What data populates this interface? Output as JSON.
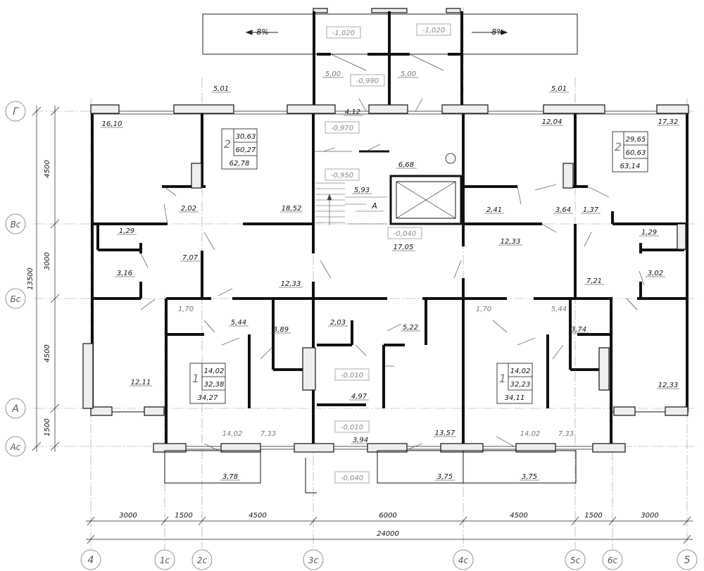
{
  "axes_horizontal": {
    "g": "Г",
    "vs": "Вс",
    "bs": "Бс",
    "a": "А",
    "as": "Ас"
  },
  "axes_vertical": {
    "a4": "4",
    "a1c": "1с",
    "a2c": "2с",
    "a3c": "3с",
    "a4c": "4с",
    "a5c": "5с",
    "a6c": "6с",
    "a5": "5"
  },
  "dims_left": {
    "d1": "4500",
    "d2": "3000",
    "d3": "4500",
    "d4": "1500",
    "total": "13500"
  },
  "dims_bottom": {
    "d1": "3000",
    "d2": "1500",
    "d3": "4500",
    "d4": "6000",
    "d5": "4500",
    "d6": "1500",
    "d7": "3000",
    "total": "24000"
  },
  "slope": {
    "left": "8%",
    "right": "8%"
  },
  "levels": {
    "l1020a": "-1,020",
    "l1020b": "-1,020",
    "l990": "-0,990",
    "l970": "-0,970",
    "l950": "-0,950",
    "l040a": "-0,040",
    "l010a": "-0,010",
    "l010b": "-0,010",
    "l040b": "-0,040"
  },
  "apartments": {
    "left2": {
      "type": "2",
      "living": "30,63",
      "total": "60,27",
      "gross": "62,78"
    },
    "right2": {
      "type": "2",
      "living": "29,65",
      "total": "60,63",
      "gross": "63,14"
    },
    "left1": {
      "type": "1",
      "living": "14,02",
      "total": "32,38",
      "gross": "34,27"
    },
    "right1": {
      "type": "1",
      "living": "14,02",
      "total": "32,23",
      "gross": "34,11"
    }
  },
  "rooms": {
    "r1": "5,01",
    "r2": "5,01",
    "r3": "5,00",
    "r4": "5,00",
    "r5": "4,12",
    "r6": "16,10",
    "r7": "12,04",
    "r8": "17,32",
    "r9": "6,68",
    "r10": "5,93",
    "r11": "18,52",
    "r12": "2,02",
    "r13": "2,41",
    "r14": "3,64",
    "r15": "1,37",
    "r16": "1,29",
    "r17": "1,29",
    "r18": "17,05",
    "r19": "12,33",
    "r20": "7,07",
    "r21": "3,16",
    "r22": "3,02",
    "r23": "7,21",
    "r24": "12,33",
    "r25": "1,70",
    "r26": "1,70",
    "r27": "5,44",
    "r28": "5,44",
    "r29": "3,89",
    "r30": "2,03",
    "r31": "5,22",
    "r32": "3,74",
    "r33": "12,11",
    "r34": "12,33",
    "r35": "4,97",
    "r36": "14,02",
    "r37": "7,33",
    "r38": "14,02",
    "r39": "7,33",
    "r40": "3,94",
    "r41": "13,57",
    "r42": "3,78",
    "r43": "3,75",
    "r44": "3,75"
  },
  "stair_mark": "А"
}
